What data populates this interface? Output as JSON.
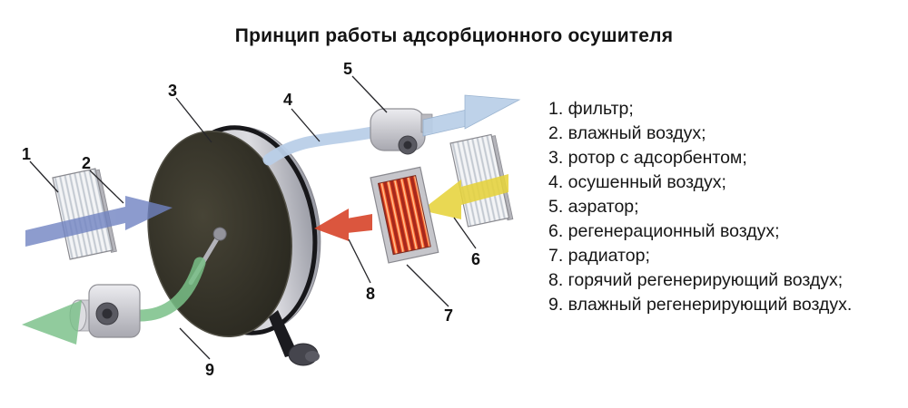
{
  "title": "Принцип работы адсорбционного осушителя",
  "legend": {
    "items": [
      "1. фильтр;",
      "2. влажный воздух;",
      "3. ротор с адсорбентом;",
      "4. осушенный воздух;",
      "5. аэратор;",
      "6. регенерационный воздух;",
      "7. радиатор;",
      "8. горячий регенерирующий воздух;",
      "9. влажный регенерирующий воздух."
    ]
  },
  "callouts": [
    "1",
    "2",
    "3",
    "4",
    "5",
    "6",
    "7",
    "8",
    "9"
  ],
  "colors": {
    "wet_air": "#7083c2",
    "dried_air": "#b9cfe8",
    "regeneration_air": "#e6d33c",
    "hot_regen_air": "#d9482e",
    "wet_regen_air": "#79c087"
  }
}
